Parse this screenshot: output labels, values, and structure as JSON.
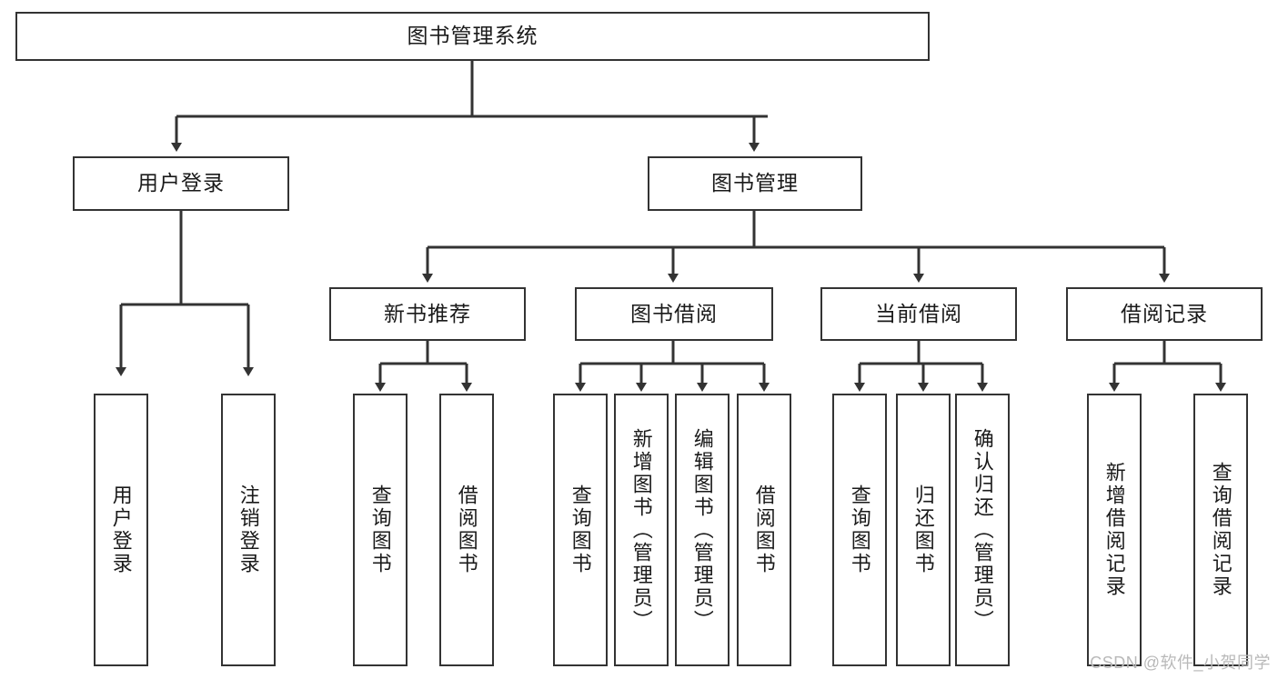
{
  "diagram": {
    "type": "tree",
    "title": "图书管理系统",
    "root": {
      "label": "图书管理系统"
    },
    "level2": [
      {
        "label": "用户登录"
      },
      {
        "label": "图书管理"
      }
    ],
    "level3": [
      {
        "label": "新书推荐"
      },
      {
        "label": "图书借阅"
      },
      {
        "label": "当前借阅"
      },
      {
        "label": "借阅记录"
      }
    ],
    "leaves": {
      "user_login": [
        {
          "label": "用户登录"
        },
        {
          "label": "注销登录"
        }
      ],
      "new_book_recommend": [
        {
          "label": "查询图书"
        },
        {
          "label": "借阅图书"
        }
      ],
      "book_borrow": [
        {
          "label": "查询图书"
        },
        {
          "label": "新增图书（管理员）"
        },
        {
          "label": "编辑图书（管理员）"
        },
        {
          "label": "借阅图书"
        }
      ],
      "current_borrow": [
        {
          "label": "查询图书"
        },
        {
          "label": "归还图书"
        },
        {
          "label": "确认归还（管理员）"
        }
      ],
      "borrow_record": [
        {
          "label": "新增借阅记录"
        },
        {
          "label": "查询借阅记录"
        }
      ]
    },
    "watermark": "CSDN @软件_小贺同学",
    "colors": {
      "stroke": "#333333",
      "fill": "#ffffff",
      "text": "#1a1a1a",
      "watermark": "#b9b9b9"
    }
  }
}
